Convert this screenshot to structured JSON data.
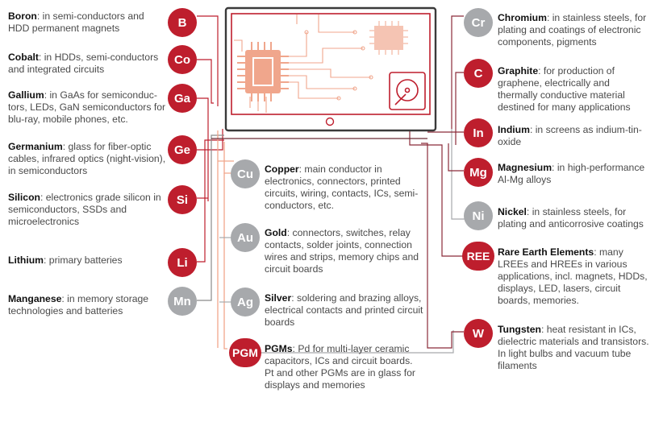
{
  "elements": [
    {
      "id": "boron",
      "symbol": "B",
      "name": "Boron",
      "text": ": in semi-conductors and HDD permanent magnets",
      "color": "#be1e2d"
    },
    {
      "id": "cobalt",
      "symbol": "Co",
      "name": "Cobalt",
      "text": ": in HDDs, semi-conductors and integrated circuits",
      "color": "#be1e2d"
    },
    {
      "id": "gallium",
      "symbol": "Ga",
      "name": "Gallium",
      "text": ": in GaAs for semiconduc-tors, LEDs, GaN semiconductors for blu-ray, mobile phones, etc.",
      "color": "#be1e2d"
    },
    {
      "id": "germanium",
      "symbol": "Ge",
      "name": "Germanium",
      "text": ": glass for fiber-optic cables, infrared optics (night-vision), in semiconductors",
      "color": "#be1e2d"
    },
    {
      "id": "silicon",
      "symbol": "Si",
      "name": "Silicon",
      "text": ": electronics grade silicon in semiconductors, SSDs and microelectronics",
      "color": "#be1e2d"
    },
    {
      "id": "lithium",
      "symbol": "Li",
      "name": "Lithium",
      "text": ": primary batteries",
      "color": "#be1e2d"
    },
    {
      "id": "manganese",
      "symbol": "Mn",
      "name": "Manganese",
      "text": ": in memory storage technologies and batteries",
      "color": "#a7a9ac"
    },
    {
      "id": "copper",
      "symbol": "Cu",
      "name": "Copper",
      "text": ": main conductor in electronics, connectors, printed circuits, wiring, contacts, ICs, semi-conductors, etc.",
      "color": "#a7a9ac"
    },
    {
      "id": "gold",
      "symbol": "Au",
      "name": "Gold",
      "text": ": connectors, switches, relay contacts, solder joints, connection wires and strips, memory chips and circuit boards",
      "color": "#a7a9ac"
    },
    {
      "id": "silver",
      "symbol": "Ag",
      "name": "Silver",
      "text": ": soldering and brazing alloys, electrical contacts and printed circuit boards",
      "color": "#a7a9ac"
    },
    {
      "id": "pgm",
      "symbol": "PGM",
      "name": "PGMs",
      "text": ": Pd for multi-layer ceramic capacitors, ICs and circuit boards. Pt and other PGMs are in glass for displays and memories",
      "color": "#be1e2d"
    },
    {
      "id": "chromium",
      "symbol": "Cr",
      "name": "Chromium",
      "text": ": in stainless steels, for plating and coatings of electronic components, pigments",
      "color": "#a7a9ac"
    },
    {
      "id": "graphite",
      "symbol": "C",
      "name": "Graphite",
      "text": ": for production of graphene, electrically and thermally conductive material destined for many applications",
      "color": "#be1e2d"
    },
    {
      "id": "indium",
      "symbol": "In",
      "name": "Indium",
      "text": ": in screens as indium-tin-oxide",
      "color": "#be1e2d"
    },
    {
      "id": "magnesium",
      "symbol": "Mg",
      "name": "Magnesium",
      "text": ": in high-performance Al-Mg alloys",
      "color": "#be1e2d"
    },
    {
      "id": "nickel",
      "symbol": "Ni",
      "name": "Nickel",
      "text": ": in stainless steels, for plating and anticorrosive coatings",
      "color": "#a7a9ac"
    },
    {
      "id": "ree",
      "symbol": "REE",
      "name": "Rare Earth Elements",
      "text": ": many LREEs and HREEs in various applications, incl. magnets, HDDs, displays, LED, lasers, circuit boards, memories.",
      "color": "#be1e2d"
    },
    {
      "id": "tungsten",
      "symbol": "W",
      "name": "Tungsten",
      "text": ": heat resistant in ICs, dielectric materials and transistors. In light bulbs and vacuum tube filaments",
      "color": "#be1e2d"
    }
  ],
  "colors": {
    "critical": "#be1e2d",
    "other": "#a7a9ac",
    "wire_red": "#be1e2d",
    "wire_orange": "#f0a68c",
    "wire_gray": "#a7a9ac",
    "wire_dark": "#6b2a35",
    "device": "#3a3a3a"
  },
  "icons": [
    "tablet-device",
    "microchip-icon",
    "hard-drive-icon",
    "home-button-icon"
  ]
}
